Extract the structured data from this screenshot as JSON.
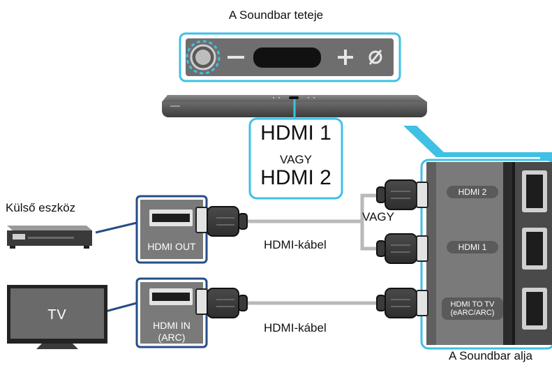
{
  "title_top": "A Soundbar teteje",
  "title_bottom": "A Soundbar alja",
  "external_device_label": "Külső eszköz",
  "tv_label": "TV",
  "callout": {
    "line1": "HDMI 1",
    "or": "VAGY",
    "line2": "HDMI 2"
  },
  "or_label": "VAGY",
  "cable_label_1": "HDMI-kábel",
  "cable_label_2": "HDMI-kábel",
  "device_ports": {
    "out_label": "HDMI OUT",
    "in_label": "HDMI IN (ARC)",
    "in_line1": "HDMI IN",
    "in_line2": "(ARC)"
  },
  "soundbar_ports": {
    "hdmi2": "HDMI 2",
    "hdmi1": "HDMI 1",
    "hdmi_tv_line1": "HDMI TO TV",
    "hdmi_tv_line2": "(eARC/ARC)"
  },
  "top_panel_controls": [
    "multi-function-button",
    "volume-down",
    "display",
    "volume-up",
    "mic-off"
  ],
  "colors": {
    "accent": "#3fc0e5",
    "device_box_border": "#264d86",
    "dark_panel": "#4a4a4a",
    "cable": "#b9b9b9"
  }
}
